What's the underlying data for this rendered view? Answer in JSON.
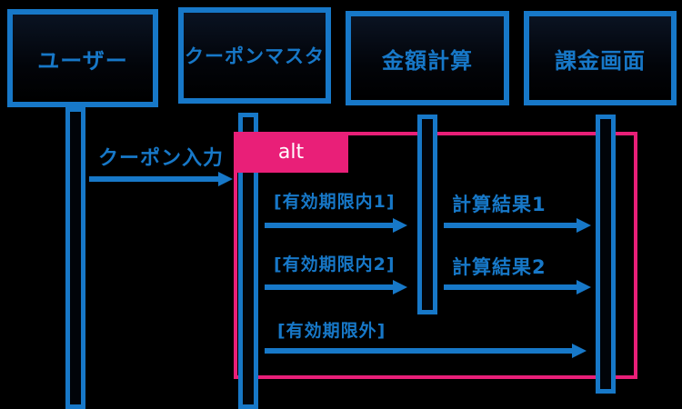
{
  "diagram": {
    "kind": "uml-sequence-diagram",
    "actors": [
      {
        "id": "user",
        "label": "ユーザー"
      },
      {
        "id": "coupon-master",
        "label": "クーポンマスタ"
      },
      {
        "id": "amount-calc",
        "label": "金額計算"
      },
      {
        "id": "billing-screen",
        "label": "課金画面"
      }
    ],
    "fragment": {
      "operator": "alt"
    },
    "messages": [
      {
        "label": "クーポン入力",
        "from": "user",
        "to": "coupon-master"
      },
      {
        "label": "[有効期限内1]",
        "from": "coupon-master",
        "to": "amount-calc"
      },
      {
        "label": "計算結果1",
        "from": "amount-calc",
        "to": "billing-screen"
      },
      {
        "label": "[有効期限内2]",
        "from": "coupon-master",
        "to": "amount-calc"
      },
      {
        "label": "計算結果2",
        "from": "amount-calc",
        "to": "billing-screen"
      },
      {
        "label": "[有効期限外]",
        "from": "coupon-master",
        "to": "billing-screen"
      }
    ],
    "colors": {
      "line": "#1778c8",
      "fragment": "#e91f78",
      "fragment_label_text": "#ffffff",
      "background": "#000000"
    }
  }
}
